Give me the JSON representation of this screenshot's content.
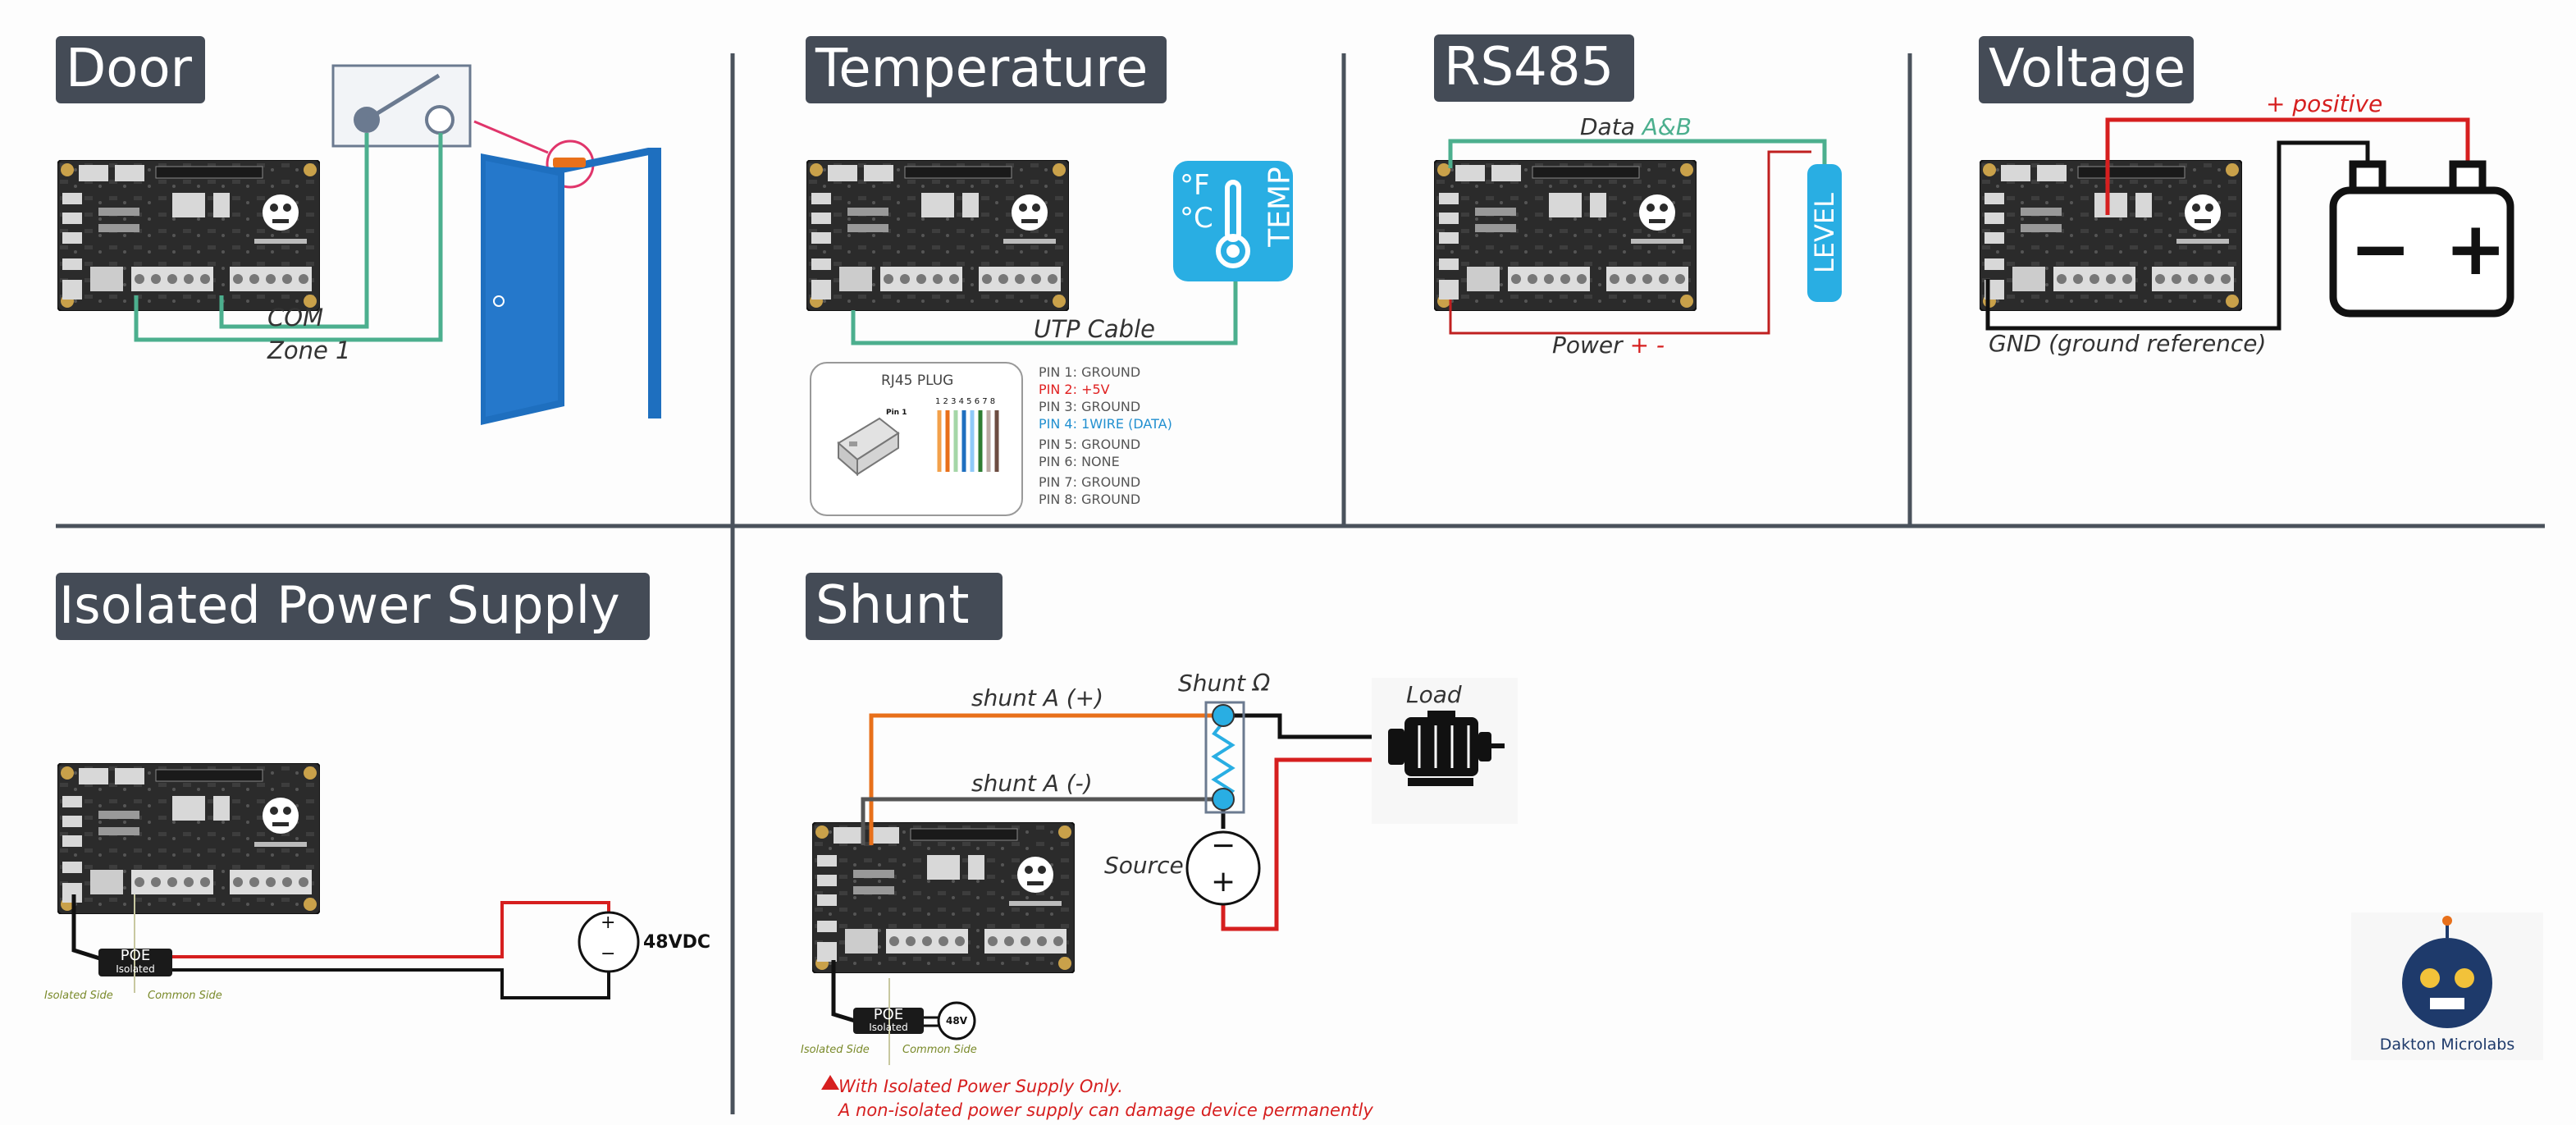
{
  "colors": {
    "title_bg": "#444b56",
    "wire_green": "#4caf8e",
    "wire_red": "#d61f1f",
    "wire_black": "#111111",
    "wire_orange": "#e8701a",
    "wire_grey": "#555555",
    "temp_blue": "#29aee3",
    "door_blue": "#1e6fbf",
    "warning_red": "#d61f1f",
    "pin_red": "#e02020",
    "pin_blue": "#2290d0",
    "divider": "#4a525c",
    "green_text": "#4caf8e",
    "side_label": "#7a8a2a"
  },
  "panels": {
    "door": {
      "title": "Door",
      "com_label": "COM",
      "zone_label": "Zone 1"
    },
    "temperature": {
      "title": "Temperature",
      "sensor_label": "TEMP",
      "units": [
        "°F",
        "°C"
      ],
      "cable_label": "UTP Cable",
      "rj45_title": "RJ45 PLUG",
      "pin1_label": "Pin 1",
      "pin_numbers": "1 2 3 4 5 6 7 8",
      "pins": [
        "PIN 1: GROUND",
        "PIN 2: +5V",
        "PIN 3: GROUND",
        "PIN 4: 1WIRE (DATA)",
        "PIN 5: GROUND",
        "PIN 6: NONE",
        "PIN 7: GROUND",
        "PIN 8: GROUND"
      ]
    },
    "rs485": {
      "title": "RS485",
      "data_label": "Data",
      "data_label_colored": "A&B",
      "level_label": "LEVEL",
      "power_label": "Power",
      "power_signs": "+ -"
    },
    "voltage": {
      "title": "Voltage",
      "positive_label": "+ positive",
      "gnd_label": "GND (ground reference)",
      "minus_sign": "−",
      "plus_sign": "+"
    },
    "isolated": {
      "title": "Isolated Power Supply",
      "poe_label": "POE",
      "poe_sub": "Isolated",
      "supply_label": "48VDC",
      "supply_plus": "+",
      "supply_minus": "−",
      "isolated_side": "Isolated Side",
      "common_side": "Common Side"
    },
    "shunt": {
      "title": "Shunt",
      "shunt_a_plus": "shunt A (+)",
      "shunt_a_minus": "shunt A (-)",
      "shunt_label": "Shunt Ω",
      "load_label": "Load",
      "source_label": "Source",
      "source_minus": "−",
      "source_plus": "+",
      "poe_label": "POE",
      "poe_sub": "Isolated",
      "poe_voltage": "48V",
      "isolated_side": "Isolated Side",
      "common_side": "Common Side",
      "warning_line1": "With Isolated Power Supply Only.",
      "warning_line2": "A non-isolated power supply can damage device permanently"
    }
  },
  "logo": {
    "text": "Dakton Microlabs"
  }
}
